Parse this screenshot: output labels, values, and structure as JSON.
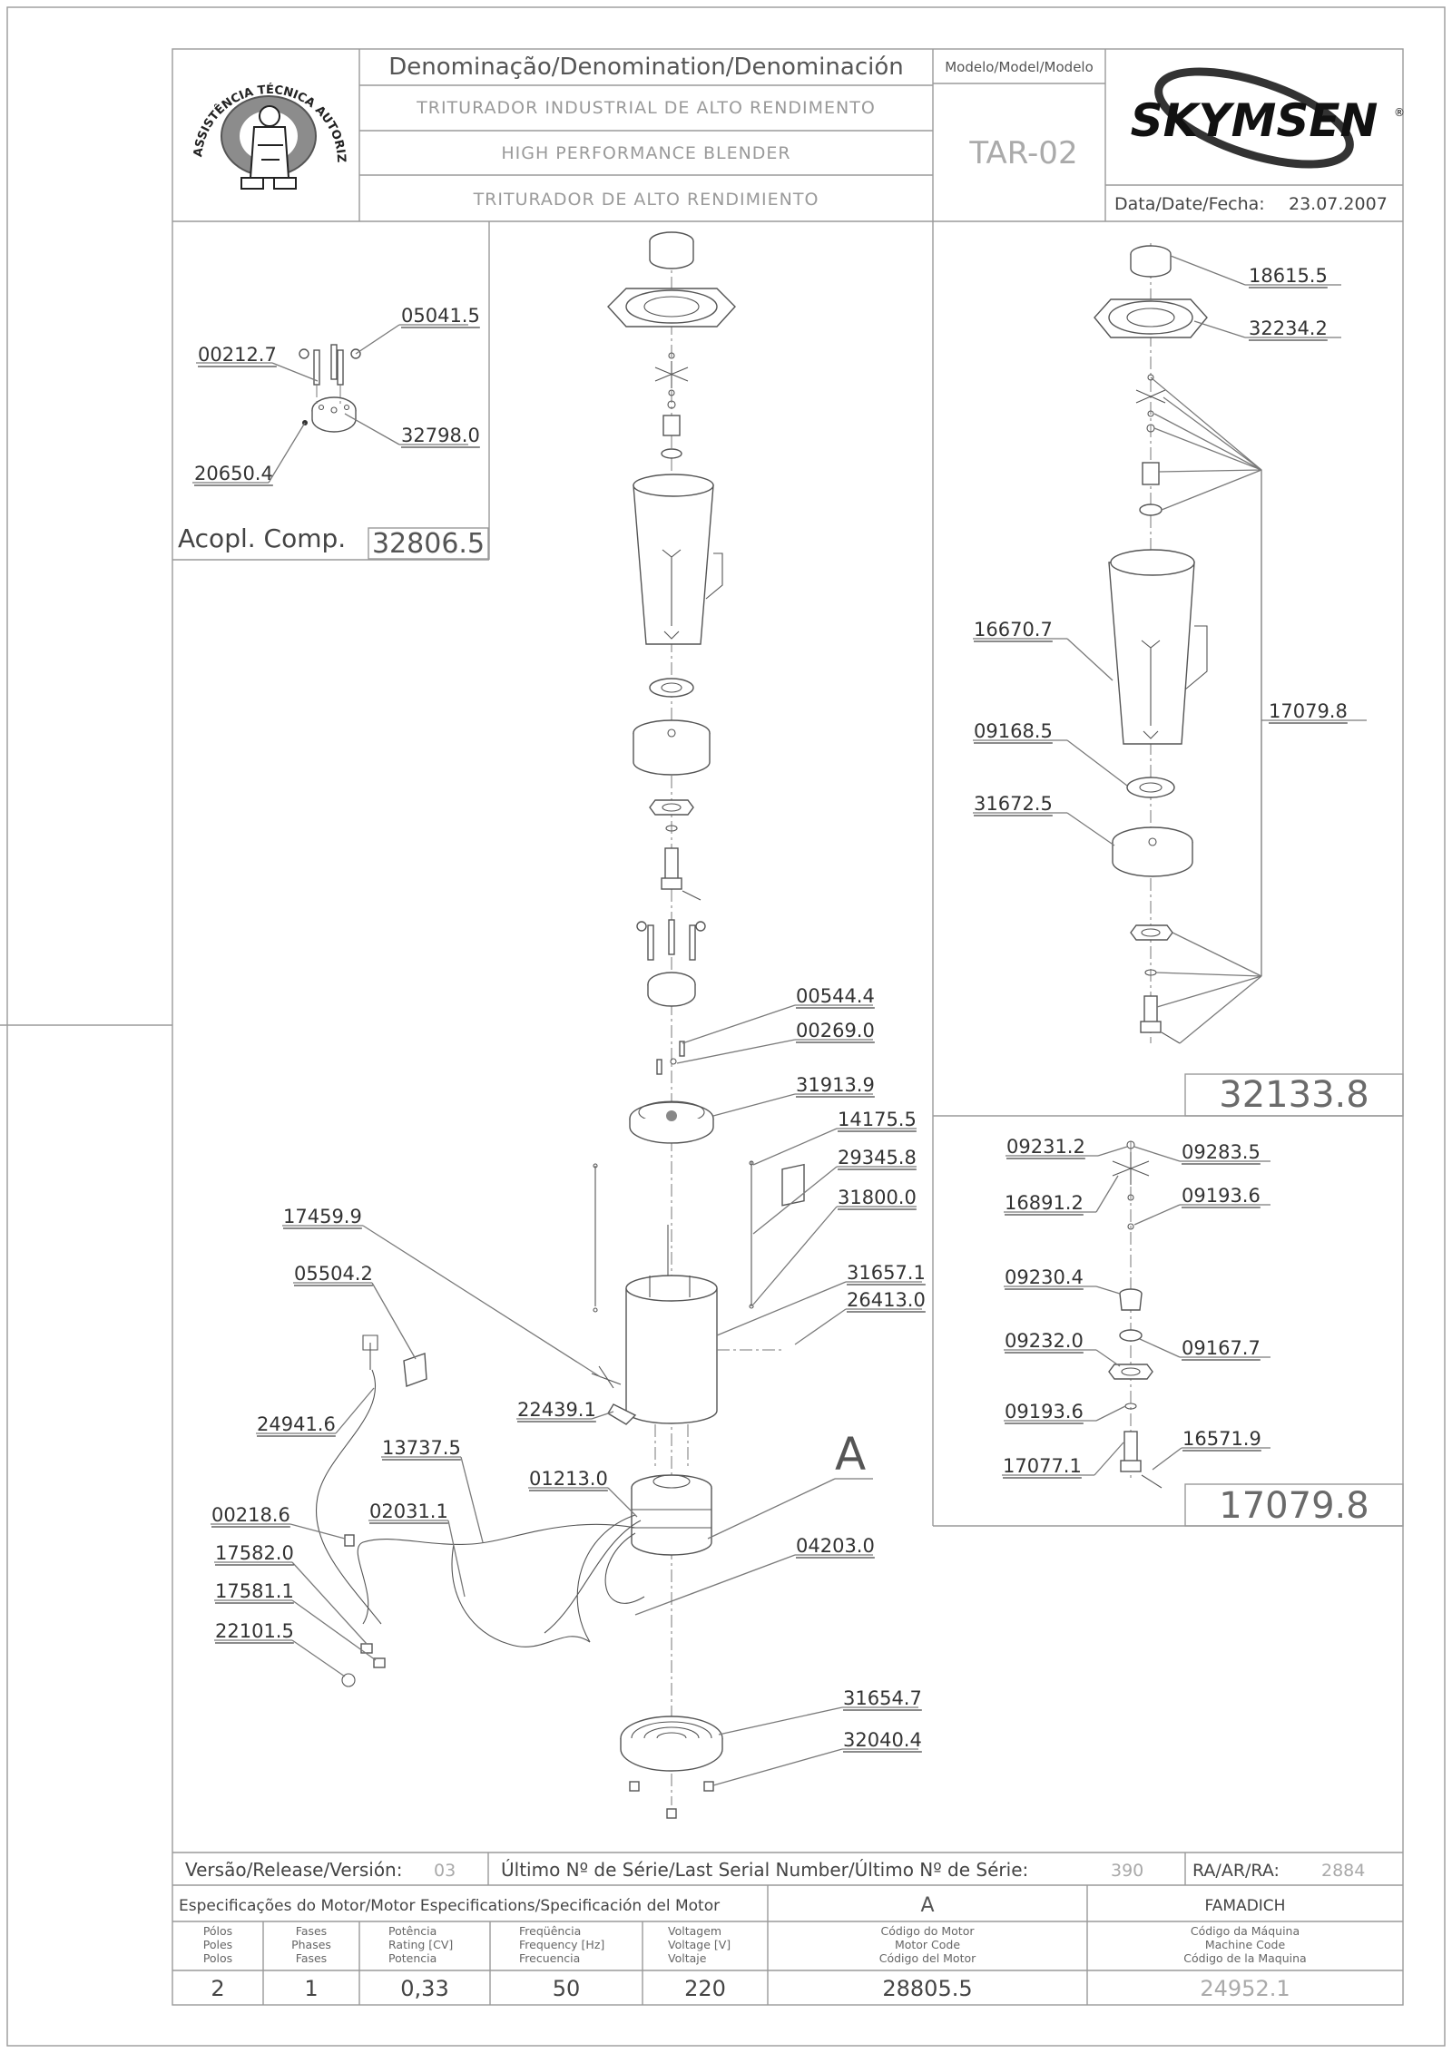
{
  "header": {
    "denomination_label": "Denominação/Denomination/Denominación",
    "name_pt": "TRITURADOR INDUSTRIAL DE ALTO RENDIMENTO",
    "name_en": "HIGH PERFORMANCE BLENDER",
    "name_es": "TRITURADOR DE ALTO RENDIMIENTO",
    "model_label": "Modelo/Model/Modelo",
    "model": "TAR-02",
    "brand": "SKYMSEN",
    "date_label": "Data/Date/Fecha:",
    "date": "23.07.2007",
    "seal_text": "ASSISTÊNCIA TÉCNICA AUTORIZADA"
  },
  "coupling_box": {
    "label": "Acopl. Comp.",
    "code": "32806.5",
    "parts": [
      "05041.5",
      "00212.7",
      "32798.0",
      "20650.4"
    ]
  },
  "main_parts": {
    "p00544": "00544.4",
    "p00269": "00269.0",
    "p31913": "31913.9",
    "p14175": "14175.5",
    "p29345": "29345.8",
    "p31800": "31800.0",
    "p31657": "31657.1",
    "p26413": "26413.0",
    "p17459": "17459.9",
    "p05504": "05504.2",
    "p24941": "24941.6",
    "p22439": "22439.1",
    "p13737": "13737.5",
    "p01213": "01213.0",
    "detail_a": "A",
    "p00218": "00218.6",
    "p02031": "02031.1",
    "p04203": "04203.0",
    "p17582": "17582.0",
    "p17581": "17581.1",
    "p22101": "22101.5",
    "p31654": "31654.7",
    "p32040": "32040.4"
  },
  "jar_box": {
    "code": "32133.8",
    "parts": {
      "p18615": "18615.5",
      "p32234": "32234.2",
      "p16670": "16670.7",
      "p17079": "17079.8",
      "p09168": "09168.5",
      "p31672": "31672.5"
    }
  },
  "blade_box": {
    "code": "17079.8",
    "parts": {
      "p09231": "09231.2",
      "p09283": "09283.5",
      "p16891": "16891.2",
      "p09193a": "09193.6",
      "p09230": "09230.4",
      "p09232": "09232.0",
      "p09167": "09167.7",
      "p09193b": "09193.6",
      "p16571": "16571.9",
      "p17077": "17077.1"
    }
  },
  "footer": {
    "version_label": "Versão/Release/Versión:",
    "version": "03",
    "serial_label": "Último Nº de Série/Last Serial Number/Último Nº de Série:",
    "serial": "390",
    "ra_label": "RA/AR/RA:",
    "ra": "2884",
    "motor_spec_label": "Especificações do Motor/Motor Especifications/Specificación del Motor",
    "motor_variant": "A",
    "manufacturer": "FAMADICH",
    "col_poles": [
      "Pólos",
      "Poles",
      "Polos"
    ],
    "col_phases": [
      "Fases",
      "Phases",
      "Fases"
    ],
    "col_power": [
      "Potência",
      "Rating [CV]",
      "Potencia"
    ],
    "col_freq": [
      "Freqüência",
      "Frequency [Hz]",
      "Frecuencia"
    ],
    "col_voltage": [
      "Voltagem",
      "Voltage [V]",
      "Voltaje"
    ],
    "col_motor_code": [
      "Código do Motor",
      "Motor Code",
      "Código del Motor"
    ],
    "col_machine_code": [
      "Código da Máquina",
      "Machine Code",
      "Código de la Maquina"
    ],
    "poles": "2",
    "phases": "1",
    "power": "0,33",
    "frequency": "50",
    "voltage": "220",
    "motor_code": "28805.5",
    "machine_code": "24952.1"
  }
}
